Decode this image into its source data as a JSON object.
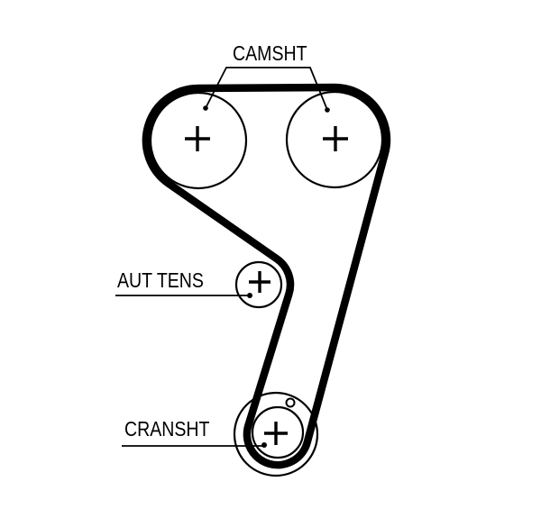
{
  "diagram": {
    "type": "timing-belt-routing-diagram",
    "background_color": "#ffffff",
    "line_color": "#000000",
    "labels": {
      "camshaft": "CAMSHT",
      "tensioner": "AUT TENS",
      "crankshaft": "CRANSHT"
    },
    "components": [
      {
        "name": "camshaft-pulley-left",
        "marker": "+"
      },
      {
        "name": "camshaft-pulley-right",
        "marker": "+"
      },
      {
        "name": "automatic-tensioner",
        "marker": "+"
      },
      {
        "name": "crankshaft-pulley",
        "marker": "+"
      }
    ]
  }
}
